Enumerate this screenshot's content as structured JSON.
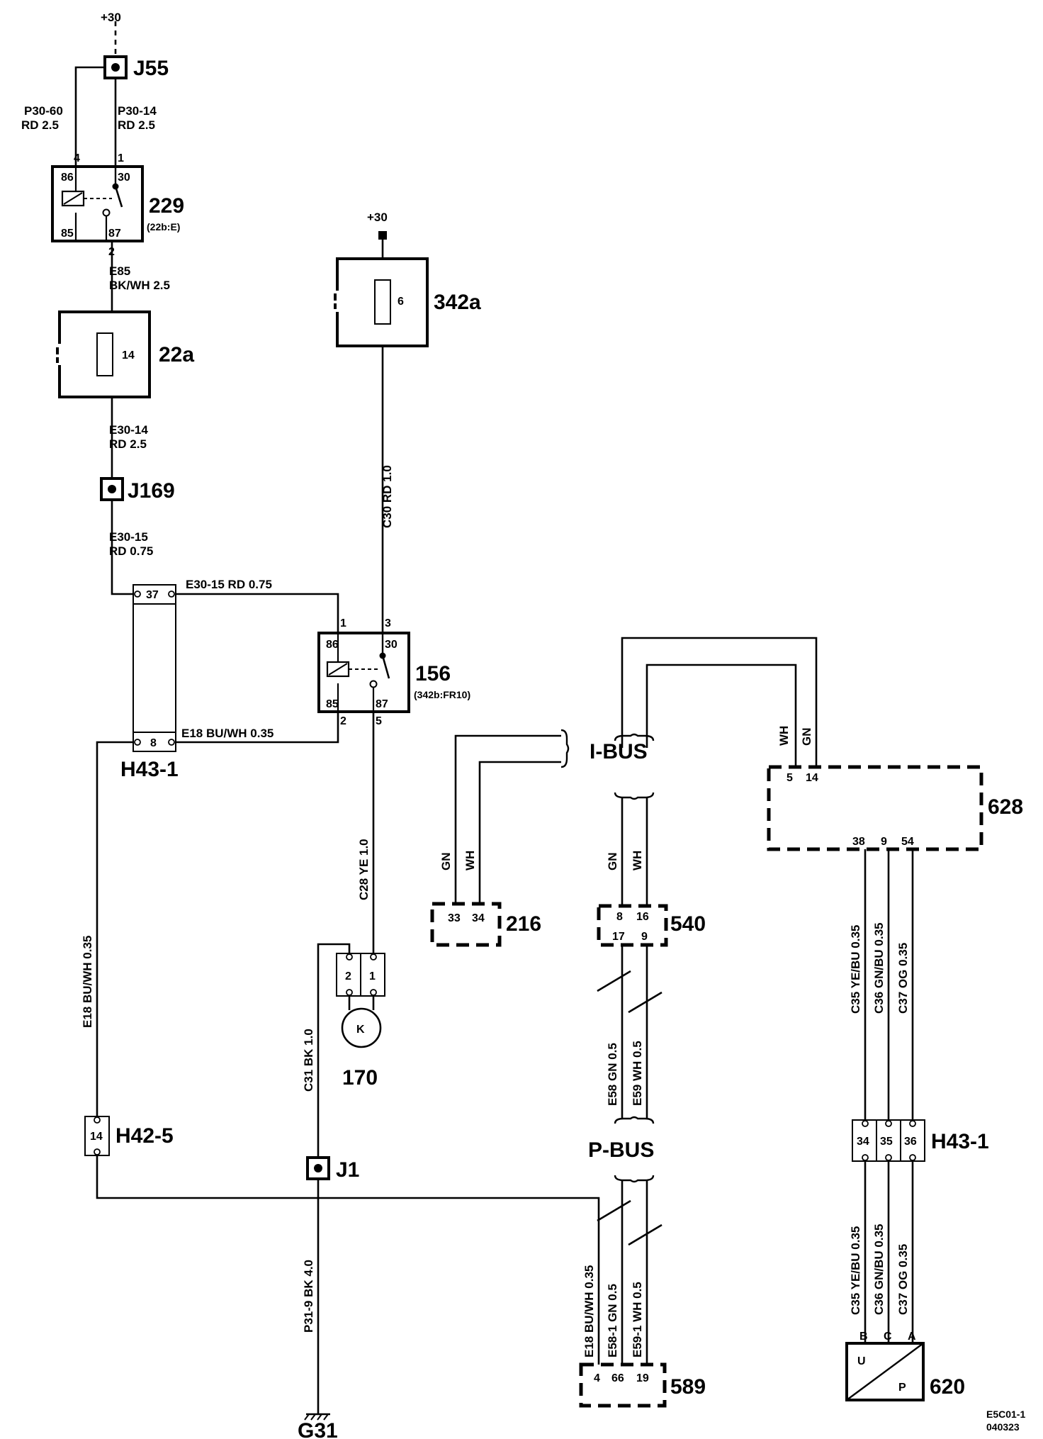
{
  "supply": {
    "plus30_a": "+30",
    "plus30_b": "+30"
  },
  "components": {
    "j55": "J55",
    "j169": "J169",
    "j1": "J1",
    "relay229": {
      "id": "229",
      "sub": "(22b:E)",
      "pins": [
        "86",
        "30",
        "85",
        "87"
      ]
    },
    "fuse22a": {
      "id": "22a",
      "fuse": "14"
    },
    "fuse342a": {
      "id": "342a",
      "fuse": "6"
    },
    "relay156": {
      "id": "156",
      "sub": "(342b:FR10)",
      "pins": [
        "86",
        "30",
        "85",
        "87"
      ]
    },
    "h43_1_left": {
      "id": "H43-1",
      "pins": [
        "37",
        "8"
      ]
    },
    "h42_5": {
      "id": "H42-5",
      "pin": "14"
    },
    "conn170": {
      "id": "170",
      "pins": [
        "2",
        "1"
      ],
      "motor": "K"
    },
    "g31": "G31",
    "c216": {
      "id": "216",
      "pins": [
        "33",
        "34"
      ]
    },
    "c540": {
      "id": "540",
      "pins": [
        "8",
        "16",
        "17",
        "9"
      ]
    },
    "c628": {
      "id": "628",
      "pins_top": [
        "5",
        "14"
      ],
      "pins_bottom": [
        "38",
        "9",
        "54"
      ]
    },
    "h43_1_right": {
      "id": "H43-1",
      "pins": [
        "34",
        "35",
        "36"
      ]
    },
    "c589": {
      "id": "589",
      "pins": [
        "4",
        "66",
        "19"
      ]
    },
    "sensor620": {
      "id": "620",
      "pins": [
        "B",
        "C",
        "A"
      ],
      "u": "U",
      "p": "P"
    }
  },
  "bus": {
    "ibus": "I-BUS",
    "pbus": "P-BUS"
  },
  "terminals": {
    "r229_p4": "4",
    "r229_p1": "1",
    "r229_p2": "2",
    "r156_p1": "1",
    "r156_p3": "3",
    "r156_p2": "2",
    "r156_p5": "5"
  },
  "wires": {
    "p30_60_a": "P30-60",
    "p30_60_b": "RD  2.5",
    "p30_14_a": "P30-14",
    "p30_14_b": "RD   2.5",
    "e85_a": "E85",
    "e85_b": "BK/WH   2.5",
    "e30_14_a": "E30-14",
    "e30_14_b": "RD   2.5",
    "e30_15_a": "E30-15",
    "e30_15_b": "RD   0.75",
    "e30_15_h": "E30-15     RD    0.75",
    "e18_h": "E18   BU/WH 0.35",
    "c30": "C30  RD   1.0",
    "c28": "C28  YE   1.0",
    "c31": "C31  BK   1.0",
    "e18_v": "E18  BU/WH 0.35",
    "p31_9": "P31-9  BK   4.0",
    "gn216": "GN",
    "wh216": "WH",
    "gn540": "GN",
    "wh540": "WH",
    "wh628": "WH",
    "gn628": "GN",
    "e58": "E58   GN   0.5",
    "e59": "E59   WH   0.5",
    "e18_589": "E18  BU/WH  0.35",
    "e58_1": "E58-1  GN  0.5",
    "e59_1": "E59-1  WH  0.5",
    "c35a": "C35  YE/BU  0.35",
    "c36a": "C36  GN/BU  0.35",
    "c37a": "C37   OG   0.35",
    "c35b": "C35  YE/BU  0.35",
    "c36b": "C36  GN/BU  0.35",
    "c37b": "C37   OG   0.35"
  },
  "footer": {
    "code": "E5C01-1",
    "date": "040323"
  }
}
